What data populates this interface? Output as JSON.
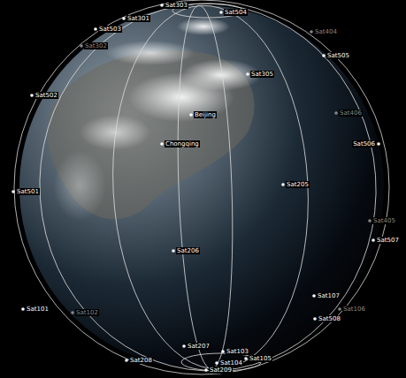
{
  "diagram": {
    "labels": [
      "Sat303",
      "Sat504",
      "Sat301",
      "Sat503",
      "Sat302",
      "Sat404",
      "Sat505",
      "Sat305",
      "Sat502",
      "Beijing",
      "Chongqing",
      "Sat406",
      "Sat506",
      "Sat205",
      "Sat501",
      "Sat405",
      "Sat507",
      "Sat206",
      "Sat101",
      "Sat102",
      "Sat107",
      "Sat508",
      "Sat106",
      "Sat207",
      "Sat208",
      "Sat103",
      "Sat104",
      "Sat105",
      "Sat209"
    ]
  }
}
